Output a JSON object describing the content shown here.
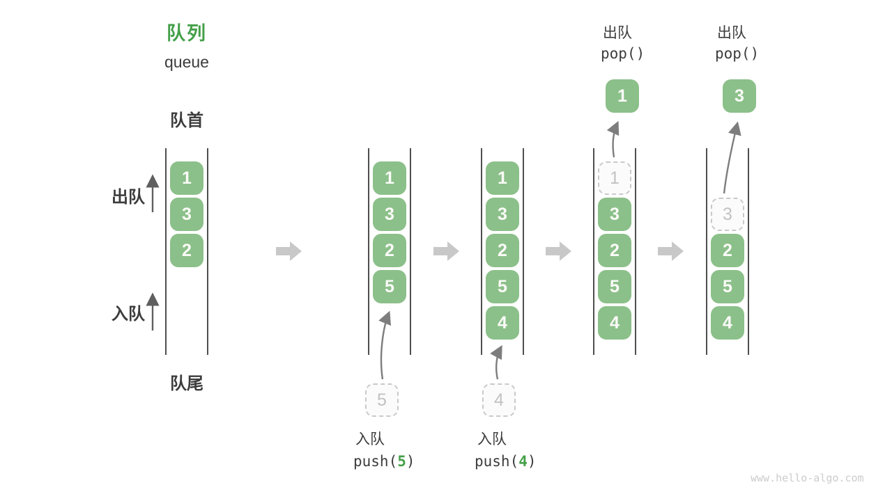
{
  "title": {
    "zh": "队列",
    "en": "queue"
  },
  "labels": {
    "front": "队首",
    "rear": "队尾",
    "dequeue": "出队",
    "enqueue": "入队"
  },
  "stages": [
    {
      "name": "initial",
      "slots": [
        {
          "value": "1",
          "state": "filled"
        },
        {
          "value": "3",
          "state": "filled"
        },
        {
          "value": "2",
          "state": "filled"
        }
      ]
    },
    {
      "name": "after-push-5",
      "slots": [
        {
          "value": "1",
          "state": "filled"
        },
        {
          "value": "3",
          "state": "filled"
        },
        {
          "value": "2",
          "state": "filled"
        },
        {
          "value": "5",
          "state": "filled"
        }
      ],
      "op": {
        "type": "push",
        "label": "入队",
        "code_pre": "push(",
        "arg": "5",
        "code_post": ")",
        "pending": "5"
      }
    },
    {
      "name": "after-push-4",
      "slots": [
        {
          "value": "1",
          "state": "filled"
        },
        {
          "value": "3",
          "state": "filled"
        },
        {
          "value": "2",
          "state": "filled"
        },
        {
          "value": "5",
          "state": "filled"
        },
        {
          "value": "4",
          "state": "filled"
        }
      ],
      "op": {
        "type": "push",
        "label": "入队",
        "code_pre": "push(",
        "arg": "4",
        "code_post": ")",
        "pending": "4"
      }
    },
    {
      "name": "after-pop-1",
      "slots": [
        {
          "value": "1",
          "state": "ghost"
        },
        {
          "value": "3",
          "state": "filled"
        },
        {
          "value": "2",
          "state": "filled"
        },
        {
          "value": "5",
          "state": "filled"
        },
        {
          "value": "4",
          "state": "filled"
        }
      ],
      "op": {
        "type": "pop",
        "label": "出队",
        "code": "pop()",
        "popped": "1"
      }
    },
    {
      "name": "after-pop-3",
      "slots": [
        {
          "value": "3",
          "state": "ghost"
        },
        {
          "value": "2",
          "state": "filled"
        },
        {
          "value": "5",
          "state": "filled"
        },
        {
          "value": "4",
          "state": "filled"
        }
      ],
      "op": {
        "type": "pop",
        "label": "出队",
        "code": "pop()",
        "popped": "3"
      }
    }
  ],
  "watermark": "www.hello-algo.com",
  "colors": {
    "box_green": "#8CC08A",
    "accent_green": "#45A049",
    "ghost_gray": "#C9C9C9",
    "block_arrow_gray": "#C8C8C8",
    "line_dark": "#4E4E4E",
    "text_dark": "#3C3C3C"
  }
}
